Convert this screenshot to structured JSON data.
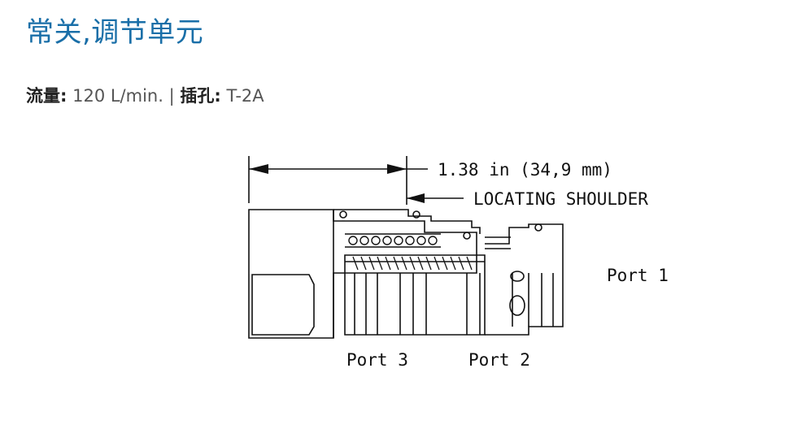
{
  "title": "常关,调节单元",
  "specs": {
    "flow_label": "流量:",
    "flow_value": "120 L/min.",
    "separator": "|",
    "cavity_label": "插孔:",
    "cavity_value": "T-2A"
  },
  "drawing": {
    "dimension_label": "1.38 in (34,9 mm)",
    "shoulder_label": "LOCATING SHOULDER",
    "port1_label": "Port 1",
    "port2_label": "Port 2",
    "port3_label": "Port 3",
    "line_color": "#111111"
  }
}
